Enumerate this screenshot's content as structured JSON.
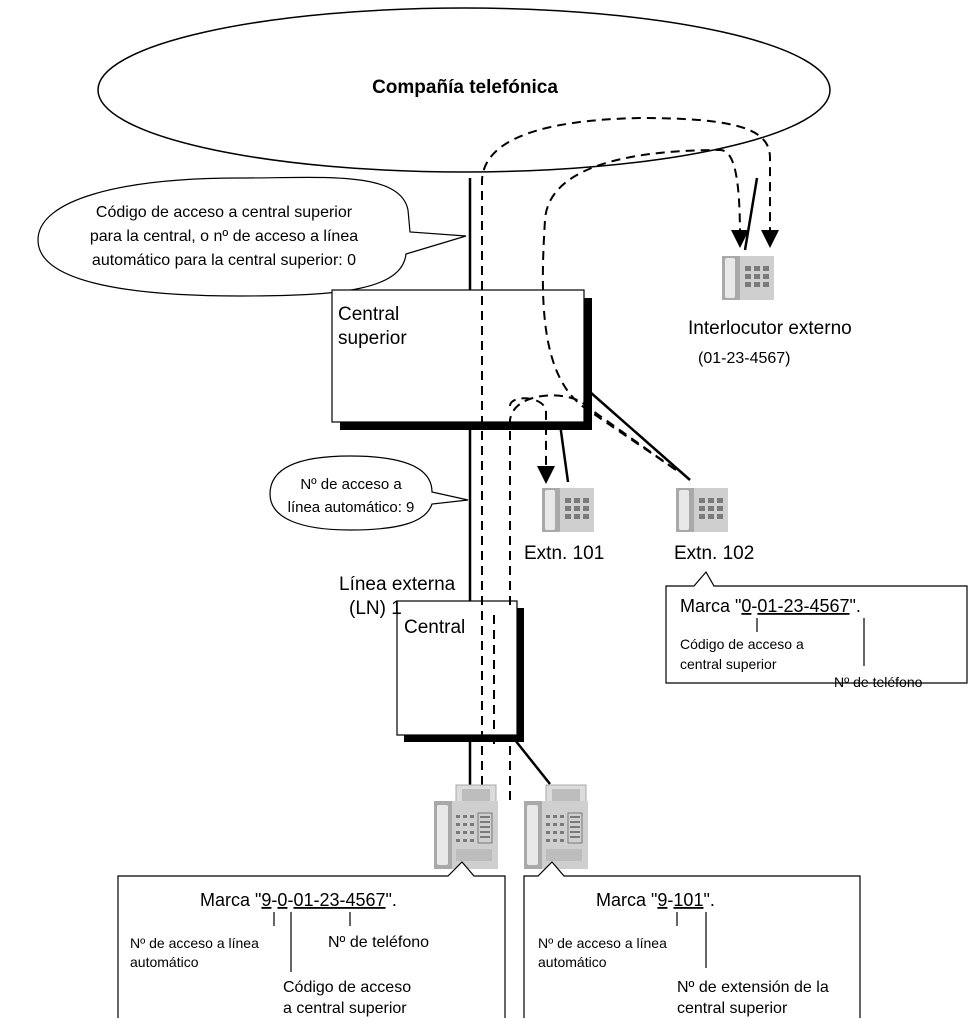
{
  "colors": {
    "line": "#000000",
    "background": "#ffffff",
    "phone_body": "#cfcfcf",
    "phone_shade": "#a9a9a9",
    "phone_keys": "#7a7a7a"
  },
  "company": {
    "label": "Compañía telefónica"
  },
  "callouts": {
    "co_access": {
      "lines": [
        "Código de acceso a central superior",
        "para la central, o nº de acceso a línea",
        "automático para la central superior: 0"
      ]
    },
    "line_access": {
      "lines": [
        "Nº de acceso a",
        "línea automático: 9"
      ]
    }
  },
  "host_pbx": {
    "lines": [
      "Central",
      "superior"
    ]
  },
  "external_party": {
    "name": "Interlocutor externo",
    "number": "(01-23-4567)"
  },
  "extensions": {
    "ext101": "Extn. 101",
    "ext102": "Extn. 102"
  },
  "trunk": {
    "lines": [
      "Línea externa",
      "(LN) 1"
    ]
  },
  "pbx": {
    "label": "Central"
  },
  "box_ext102": {
    "prefix": "Marca \"",
    "code": "0",
    "sep": "-",
    "number": "01-23-4567",
    "suffix": "\".",
    "code_note": [
      "Código de acceso a",
      "central superior"
    ],
    "number_note": "Nº de teléfono"
  },
  "box_left": {
    "prefix": "Marca \"",
    "d1": "9",
    "sep1": "-",
    "d2": "0",
    "sep2": "-",
    "number": "01-23-4567",
    "suffix": "\".",
    "d1_note": [
      "Nº de acceso a línea",
      "automático"
    ],
    "number_note": "Nº de teléfono",
    "d2_note": [
      "Código de acceso",
      "a central superior"
    ]
  },
  "box_right": {
    "prefix": "Marca \"",
    "d1": "9",
    "sep1": "-",
    "ext": "101",
    "suffix": "\".",
    "d1_note": [
      "Nº de acceso a línea",
      "automático"
    ],
    "ext_note": [
      "Nº de extensión de la",
      "central superior"
    ]
  }
}
